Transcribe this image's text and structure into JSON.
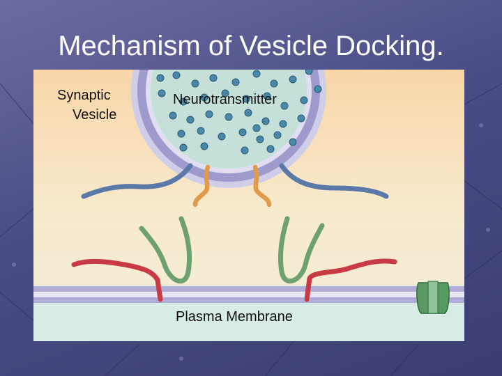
{
  "slide": {
    "title": "Mechanism of Vesicle Docking."
  },
  "figure": {
    "labels": {
      "synaptic_vesicle_line1": "Synaptic",
      "synaptic_vesicle_line2": "Vesicle",
      "neurotransmitter": "Neurotransmitter",
      "plasma_membrane": "Plasma Membrane"
    },
    "colors": {
      "vesicle_protein": "#5a78a8",
      "vesicle_linker": "#e09a48",
      "membrane_protein_red": "#c83a44",
      "snare_green": "#6ea070",
      "channel_green": "#5a9a62",
      "membrane": "#b0aed8",
      "neurotransmitter_dot": "#4a88a8"
    }
  }
}
